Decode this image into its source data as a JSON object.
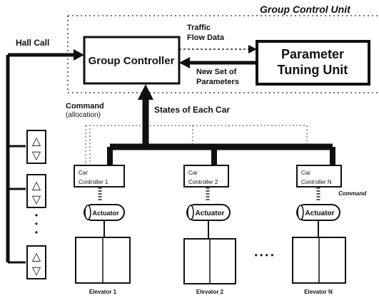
{
  "group_unit_label": "Group Control Unit",
  "group_controller_label": "Group Controller",
  "parameter_tuning_line1": "Parameter",
  "parameter_tuning_line2": "Tuning Unit",
  "hall_call_label": "Hall Call",
  "traffic_flow_line1": "Traffic",
  "traffic_flow_line2": "Flow Data",
  "new_params_line1": "New Set of",
  "new_params_line2": "Parameters",
  "command_line1": "Command",
  "command_line2": "(allocation)",
  "states_label": "States of Each Car",
  "car_controllers": [
    {
      "line1": "Car",
      "line2": "Controller 1"
    },
    {
      "line1": "Car",
      "line2": "Controller 2"
    },
    {
      "line1": "Car",
      "line2": "Controller N"
    }
  ],
  "actuator_label": "Actuator",
  "command_label": "Command",
  "elevators": [
    "Elevator 1",
    "Elevator 2",
    "Elevator N"
  ],
  "ellipsis_dots": "• • • •",
  "vertical_ellipsis": "•",
  "hall_button_up": "△",
  "hall_button_down": "▽"
}
